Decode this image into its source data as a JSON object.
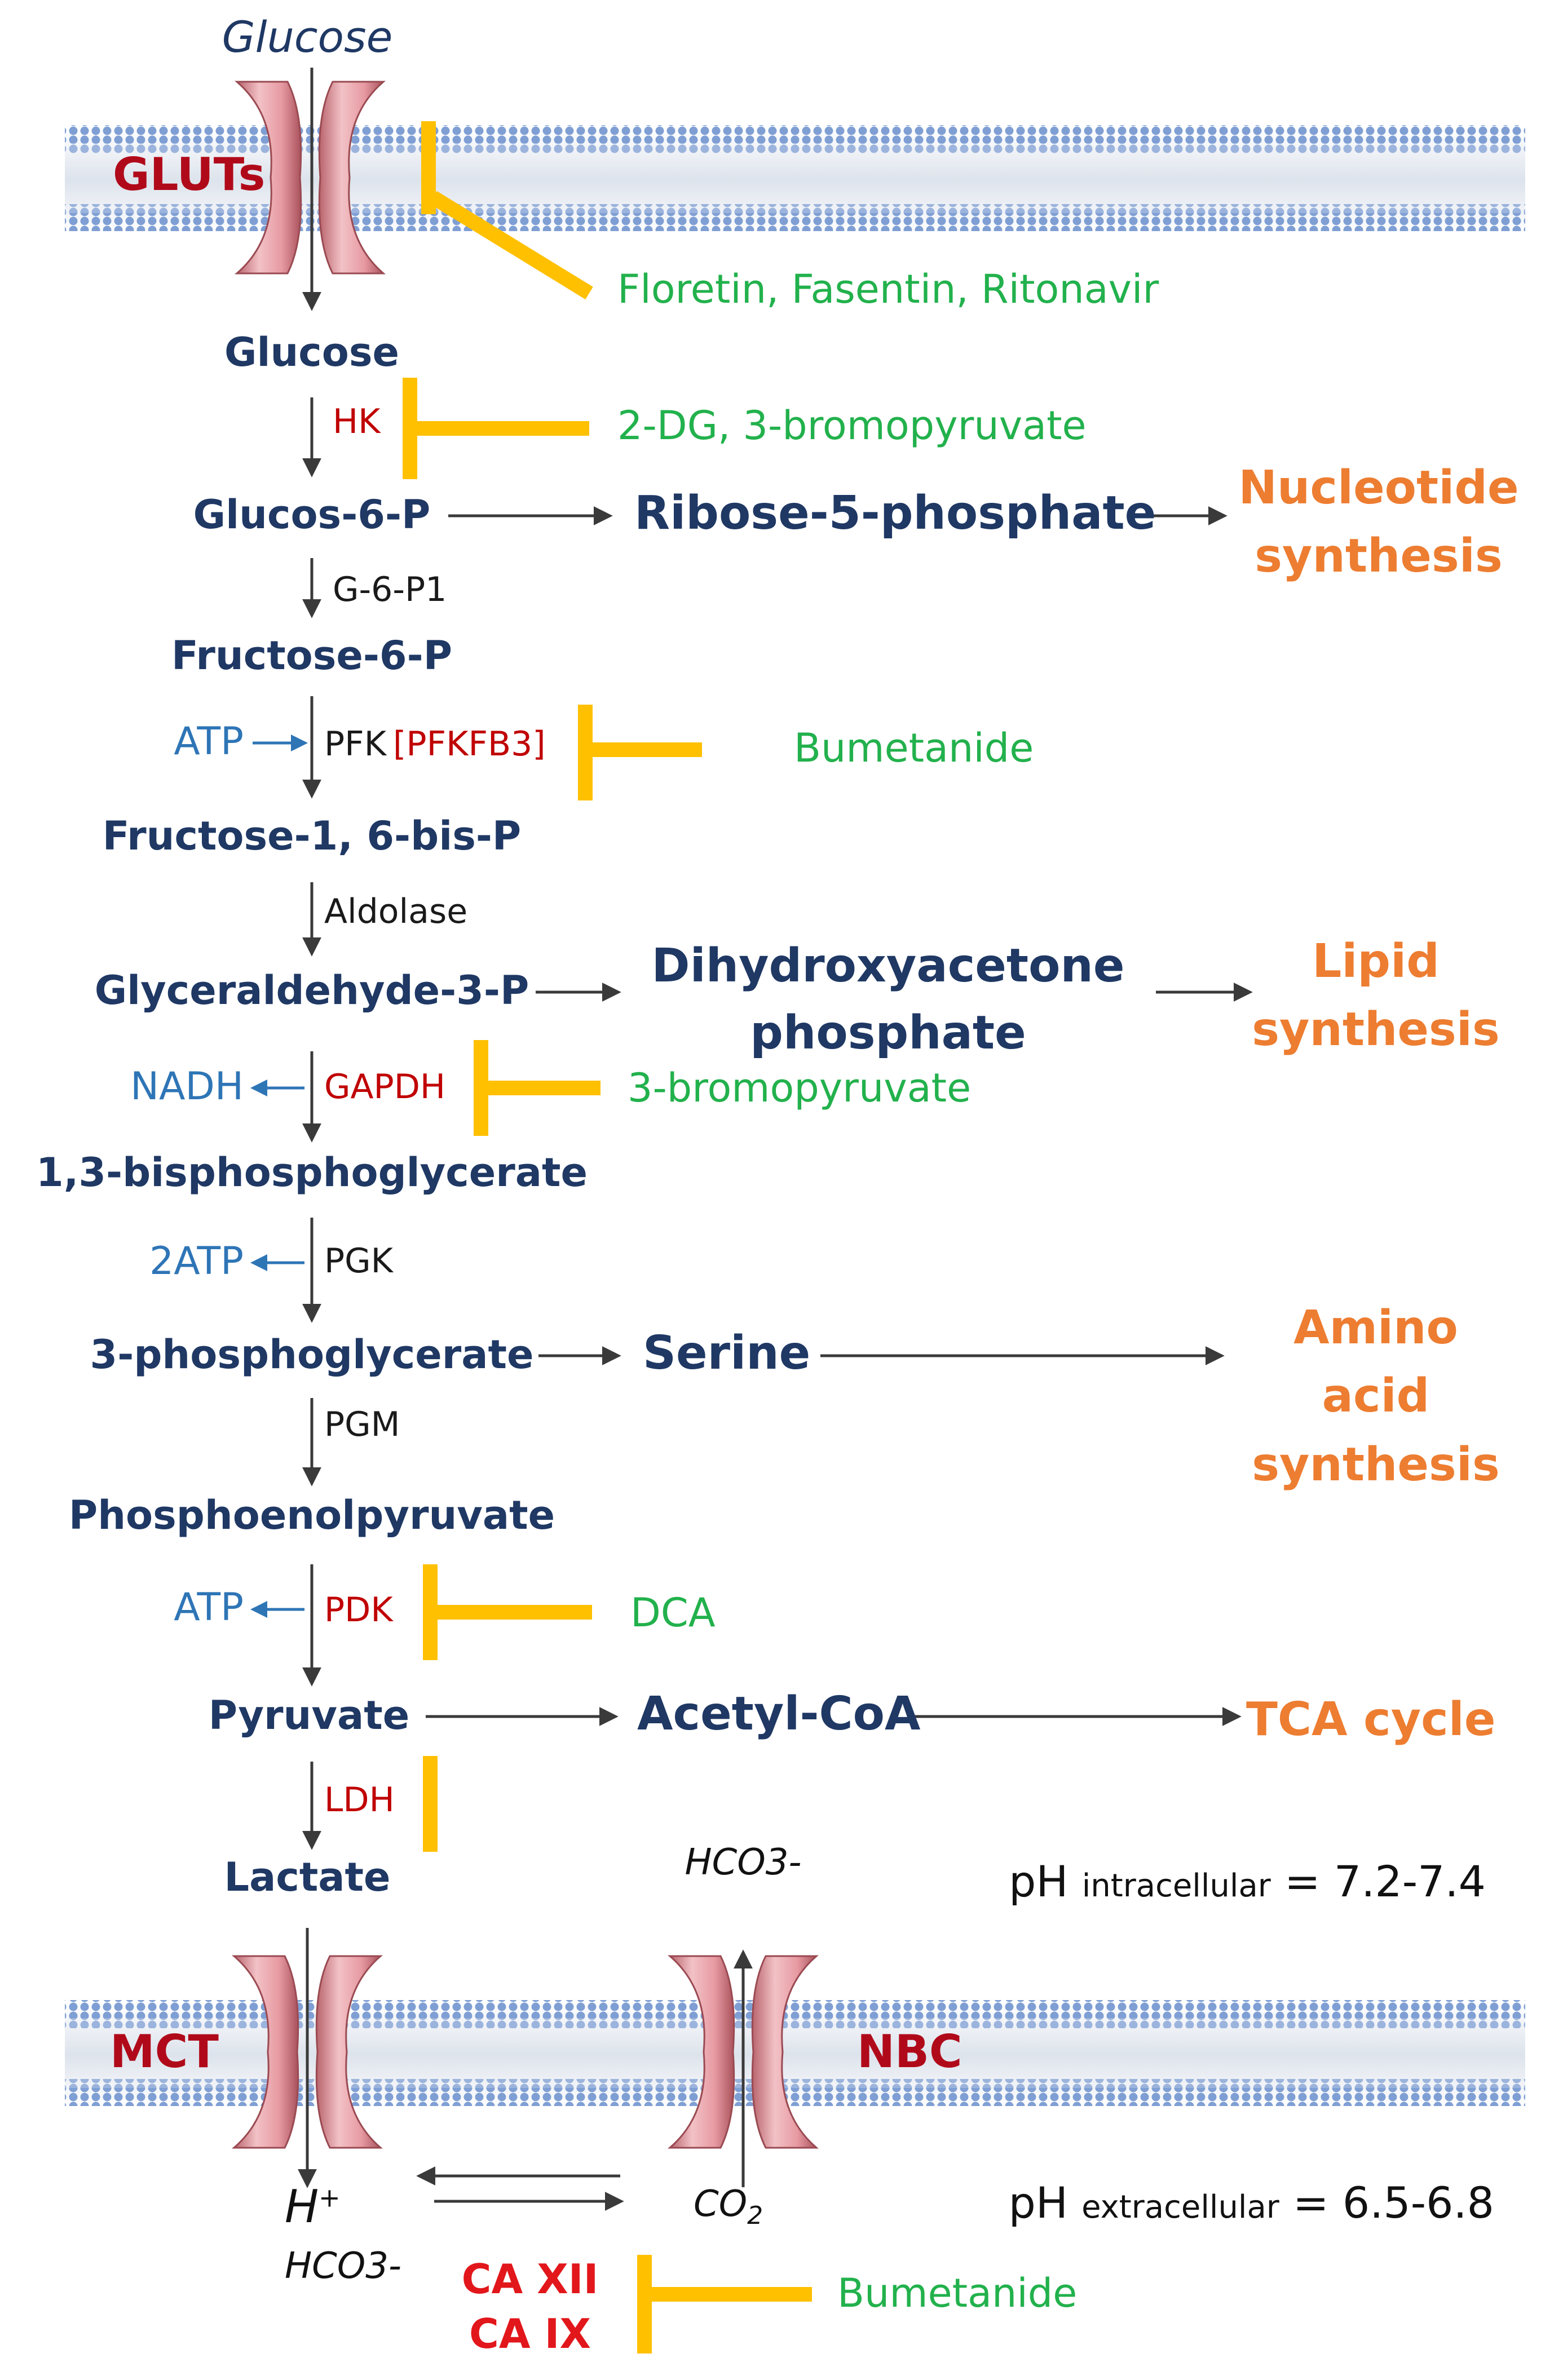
{
  "membrane_top": {
    "glucose_outside": "Glucose",
    "transporter": "GLUTs",
    "inhibitors": "Floretin, Fasentin, Ritonavir"
  },
  "pathway": {
    "glucose": "Glucose",
    "hk": "HK",
    "hk_inhibitors": "2-DG, 3-bromopyruvate",
    "g6p": "Glucos-6-P",
    "ribose5p": "Ribose-5-phosphate",
    "nucleotide_synthesis": "Nucleotide\nsynthesis",
    "g6p1": "G-6-P1",
    "f6p": "Fructose-6-P",
    "atp_in": "ATP",
    "pfk": "PFK",
    "pfkfb3": "[PFKFB3]",
    "pfk_inhibitor": "Bumetanide",
    "f16bp": "Fructose-1, 6-bis-P",
    "aldolase": "Aldolase",
    "g3p": "Glyceraldehyde-3-P",
    "dhap": "Dihydroxyacetone\nphosphate",
    "lipid_synthesis": "Lipid\nsynthesis",
    "nadh": "NADH",
    "gapdh": "GAPDH",
    "gapdh_inhibitor": "3-bromopyruvate",
    "bpg13": "1,3-bisphosphoglycerate",
    "atp2": "2ATP",
    "pgk": "PGK",
    "pg3": "3-phosphoglycerate",
    "serine": "Serine",
    "amino_acid_synthesis": "Amino acid\nsynthesis",
    "pgm": "PGM",
    "pep": "Phosphoenolpyruvate",
    "atp_out": "ATP",
    "pdk": "PDK",
    "pdk_inhibitor": "DCA",
    "pyruvate": "Pyruvate",
    "acetylcoa": "Acetyl-CoA",
    "tca_cycle": "TCA cycle",
    "ldh": "LDH",
    "lactate": "Lactate",
    "hco3_in": "HCO3-"
  },
  "ph": {
    "intracellular_prefix": "pH",
    "intracellular_label": "intracellular",
    "intracellular_value": "= 7.2-7.4",
    "extracellular_prefix": "pH",
    "extracellular_label": "extracellular",
    "extracellular_value": "= 6.5-6.8"
  },
  "membrane_bottom": {
    "mct": "MCT",
    "nbc": "NBC",
    "h_plus": "H",
    "h_plus_sup": "+",
    "hco3_out": "HCO3-",
    "co2": "CO",
    "co2_sub": "2",
    "ca_xii": "CA XII",
    "ca_ix": "CA IX",
    "ca_inhibitor": "Bumetanide"
  },
  "colors": {
    "metabolite": "#1f3864",
    "enzyme_red": "#c00000",
    "cofactor_blue": "#2e75b6",
    "inhibitor_green": "#22b14c",
    "product_orange": "#ed7d31",
    "inhibition_bar": "#ffc000",
    "membrane_head": "#7f9fd4",
    "channel_pink": "#e8a0a6"
  }
}
